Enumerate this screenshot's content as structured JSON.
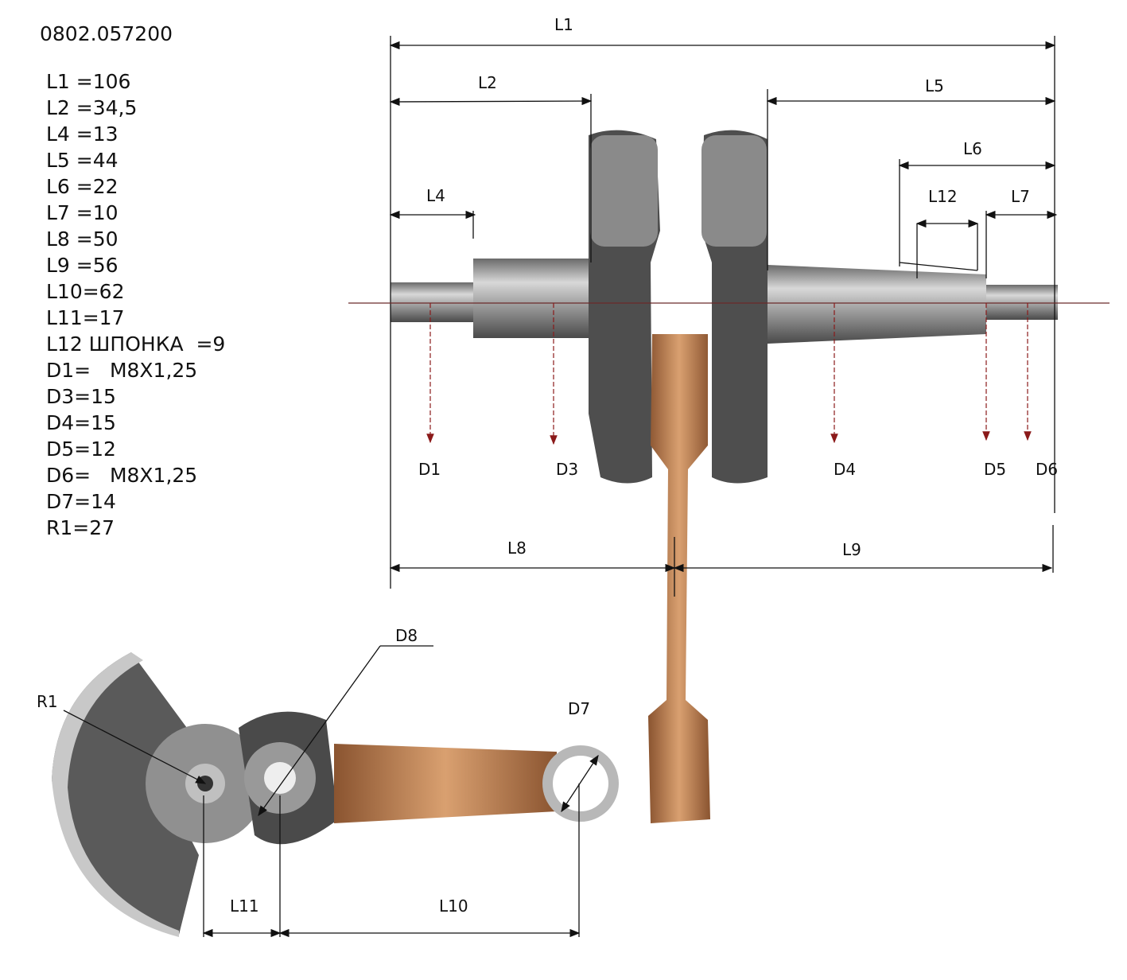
{
  "part_number": "0802.057200",
  "specs": [
    "L1 =106",
    "L2 =34,5",
    "L4 =13",
    "L5 =44",
    "L6 =22",
    "L7 =10",
    "L8 =50",
    "L9 =56",
    "L10=62",
    "L11=17",
    "L12 ШПОНКА  =9",
    "D1=   M8X1,25",
    "D3=15",
    "D4=15",
    "D5=12",
    "D6=   M8X1,25",
    "D7=14",
    "R1=27"
  ],
  "labels": {
    "L1": "L1",
    "L2": "L2",
    "L4": "L4",
    "L5": "L5",
    "L6": "L6",
    "L7": "L7",
    "L8": "L8",
    "L9": "L9",
    "L10": "L10",
    "L11": "L11",
    "L12": "L12",
    "D1": "D1",
    "D3": "D3",
    "D4": "D4",
    "D5": "D5",
    "D6": "D6",
    "D7": "D7",
    "D8": "D8",
    "R1": "R1"
  },
  "colors": {
    "dimension": "#111111",
    "arrow_red": "#c0161c",
    "steel": "#9a9a9a",
    "web": "#505050",
    "copper": "#c98a55"
  }
}
